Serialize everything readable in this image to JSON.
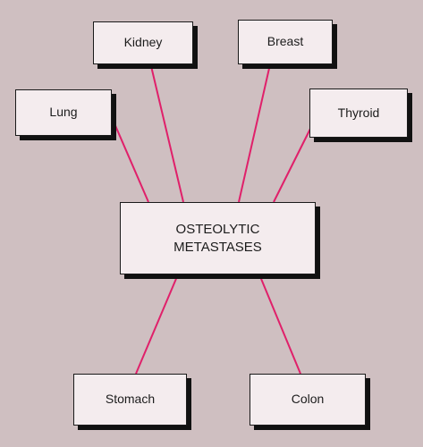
{
  "colors": {
    "background": "#cfbfc1",
    "box_fill": "#f4ecee",
    "box_border": "#1a1a1a",
    "box_shadow": "#111111",
    "connector": "#e0206a",
    "text": "#1c1c1c"
  },
  "diagram": {
    "center": {
      "label": "OSTEOLYTIC\nMETASTASES"
    },
    "sources": [
      {
        "id": "kidney",
        "label": "Kidney"
      },
      {
        "id": "breast",
        "label": "Breast"
      },
      {
        "id": "lung",
        "label": "Lung"
      },
      {
        "id": "thyroid",
        "label": "Thyroid"
      },
      {
        "id": "stomach",
        "label": "Stomach"
      },
      {
        "id": "colon",
        "label": "Colon"
      }
    ]
  }
}
